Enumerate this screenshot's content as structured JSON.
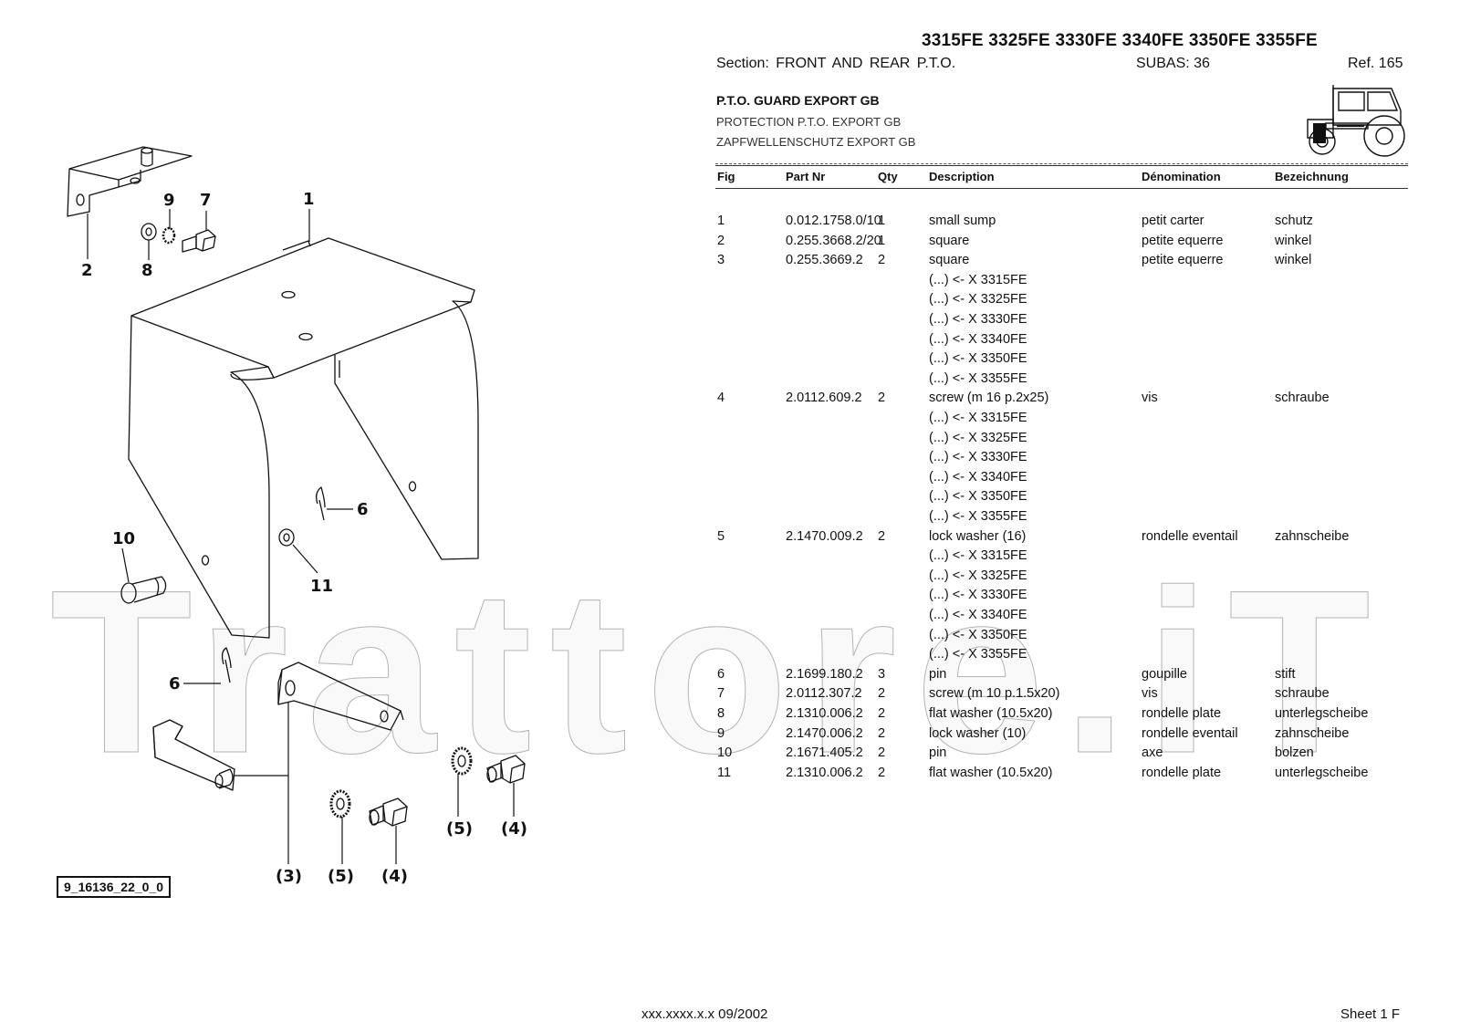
{
  "header": {
    "models": "3315FE 3325FE 3330FE 3340FE 3350FE 3355FE",
    "section": "Section: FRONT  AND  REAR  P.T.O.",
    "subas": "SUBAS: 36",
    "ref": "Ref. 165"
  },
  "group_title": {
    "en": "P.T.O. GUARD EXPORT GB",
    "fr": "PROTECTION P.T.O. EXPORT GB",
    "de": "ZAPFWELLENSCHUTZ EXPORT GB"
  },
  "table": {
    "columns": [
      "Fig",
      "Part Nr",
      "Qty",
      "Description",
      "Dénomination",
      "Bezeichnung"
    ],
    "rows": [
      {
        "fig": "1",
        "part": "0.012.1758.0/10",
        "qty": "1",
        "desc": "small sump",
        "fr": "petit carter",
        "de": "schutz"
      },
      {
        "fig": "2",
        "part": "0.255.3668.2/20",
        "qty": "1",
        "desc": "square",
        "fr": "petite equerre",
        "de": "winkel"
      },
      {
        "fig": "3",
        "part": "0.255.3669.2",
        "qty": "2",
        "desc": "square",
        "fr": "petite equerre",
        "de": "winkel"
      },
      {
        "fig": "",
        "part": "",
        "qty": "",
        "desc": "(...) <- X 3315FE",
        "fr": "",
        "de": ""
      },
      {
        "fig": "",
        "part": "",
        "qty": "",
        "desc": "(...) <- X 3325FE",
        "fr": "",
        "de": ""
      },
      {
        "fig": "",
        "part": "",
        "qty": "",
        "desc": "(...) <- X 3330FE",
        "fr": "",
        "de": ""
      },
      {
        "fig": "",
        "part": "",
        "qty": "",
        "desc": "(...) <- X 3340FE",
        "fr": "",
        "de": ""
      },
      {
        "fig": "",
        "part": "",
        "qty": "",
        "desc": "(...) <- X 3350FE",
        "fr": "",
        "de": ""
      },
      {
        "fig": "",
        "part": "",
        "qty": "",
        "desc": "(...) <- X 3355FE",
        "fr": "",
        "de": ""
      },
      {
        "fig": "4",
        "part": "2.0112.609.2",
        "qty": "2",
        "desc": "screw (m 16 p.2x25)",
        "fr": "vis",
        "de": "schraube"
      },
      {
        "fig": "",
        "part": "",
        "qty": "",
        "desc": "(...) <- X 3315FE",
        "fr": "",
        "de": ""
      },
      {
        "fig": "",
        "part": "",
        "qty": "",
        "desc": "(...) <- X 3325FE",
        "fr": "",
        "de": ""
      },
      {
        "fig": "",
        "part": "",
        "qty": "",
        "desc": "(...) <- X 3330FE",
        "fr": "",
        "de": ""
      },
      {
        "fig": "",
        "part": "",
        "qty": "",
        "desc": "(...) <- X 3340FE",
        "fr": "",
        "de": ""
      },
      {
        "fig": "",
        "part": "",
        "qty": "",
        "desc": "(...) <- X 3350FE",
        "fr": "",
        "de": ""
      },
      {
        "fig": "",
        "part": "",
        "qty": "",
        "desc": "(...) <- X 3355FE",
        "fr": "",
        "de": ""
      },
      {
        "fig": "5",
        "part": "2.1470.009.2",
        "qty": "2",
        "desc": "lock washer (16)",
        "fr": "rondelle eventail",
        "de": "zahnscheibe"
      },
      {
        "fig": "",
        "part": "",
        "qty": "",
        "desc": "(...) <- X 3315FE",
        "fr": "",
        "de": ""
      },
      {
        "fig": "",
        "part": "",
        "qty": "",
        "desc": "(...) <- X 3325FE",
        "fr": "",
        "de": ""
      },
      {
        "fig": "",
        "part": "",
        "qty": "",
        "desc": "(...) <- X 3330FE",
        "fr": "",
        "de": ""
      },
      {
        "fig": "",
        "part": "",
        "qty": "",
        "desc": "(...) <- X 3340FE",
        "fr": "",
        "de": ""
      },
      {
        "fig": "",
        "part": "",
        "qty": "",
        "desc": "(...) <- X 3350FE",
        "fr": "",
        "de": ""
      },
      {
        "fig": "",
        "part": "",
        "qty": "",
        "desc": "(...) <- X 3355FE",
        "fr": "",
        "de": ""
      },
      {
        "fig": "6",
        "part": "2.1699.180.2",
        "qty": "3",
        "desc": "pin",
        "fr": "goupille",
        "de": "stift"
      },
      {
        "fig": "7",
        "part": "2.0112.307.2",
        "qty": "2",
        "desc": "screw (m 10 p.1.5x20)",
        "fr": "vis",
        "de": "schraube"
      },
      {
        "fig": "8",
        "part": "2.1310.006.2",
        "qty": "2",
        "desc": "flat washer (10.5x20)",
        "fr": "rondelle plate",
        "de": "unterlegscheibe"
      },
      {
        "fig": "9",
        "part": "2.1470.006.2",
        "qty": "2",
        "desc": "lock washer (10)",
        "fr": "rondelle eventail",
        "de": "zahnscheibe"
      },
      {
        "fig": "10",
        "part": "2.1671.405.2",
        "qty": "2",
        "desc": "pin",
        "fr": "axe",
        "de": "bolzen"
      },
      {
        "fig": "11",
        "part": "2.1310.006.2",
        "qty": "2",
        "desc": "flat washer (10.5x20)",
        "fr": "rondelle plate",
        "de": "unterlegscheibe"
      }
    ]
  },
  "diagram": {
    "callouts": {
      "c1": "1",
      "c2": "2",
      "c7": "7",
      "c8": "8",
      "c9": "9",
      "c6a": "6",
      "c6b": "6",
      "c10": "10",
      "c11": "11",
      "c3": "(3)",
      "c5a": "(5)",
      "c4a": "(4)",
      "c5b": "(5)",
      "c4b": "(4)"
    },
    "drawing_id": "9_16136_22_0_0"
  },
  "watermark": "Trattore.iT",
  "footer": {
    "code": "xxx.xxxx.x.x  09/2002",
    "sheet": "Sheet 1 F"
  }
}
